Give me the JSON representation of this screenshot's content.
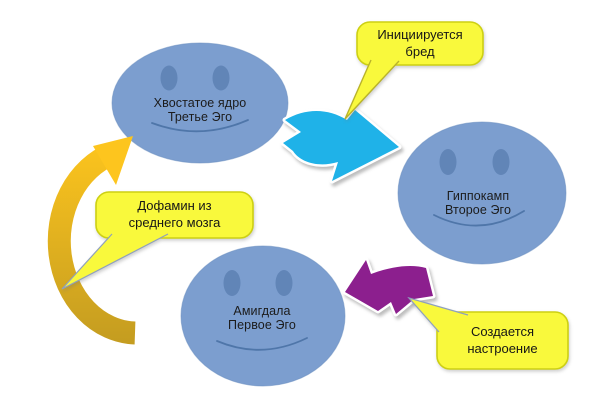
{
  "diagram": {
    "background": "#ffffff",
    "text_color": "#1c1c1c",
    "nodes": [
      {
        "name": "caudate-nucleus",
        "line1": "Хвостатое ядро",
        "line2": "Третье Эго",
        "fill": "#7c9ecf",
        "eye_fill": "#6185b7",
        "smile_stroke": "#4f76a9"
      },
      {
        "name": "hippocampus",
        "line1": "Гиппокамп",
        "line2": "Второе Эго",
        "fill": "#7c9ecf",
        "eye_fill": "#6185b7",
        "smile_stroke": "#4f76a9"
      },
      {
        "name": "amygdala",
        "line1": "Амигдала",
        "line2": "Первое Эго",
        "fill": "#7c9ecf",
        "eye_fill": "#6185b7",
        "smile_stroke": "#4f76a9"
      }
    ],
    "callouts": [
      {
        "name": "delusion-callout",
        "line1": "Инициируется",
        "line2": "бред",
        "fill": "#f9f93c",
        "border": "#cdd013"
      },
      {
        "name": "dopamine-callout",
        "line1": "Дофамин из",
        "line2": "среднего мозга",
        "fill": "#f9f93c",
        "border": "#cdd013"
      },
      {
        "name": "mood-callout",
        "line1": "Создается",
        "line2": "настроение",
        "fill": "#f9f93c",
        "border": "#cdd013"
      }
    ],
    "arrows": [
      {
        "name": "caudate-to-hippocampus-arrow",
        "color": "#1fb2e8",
        "outline": "#ffffff"
      },
      {
        "name": "hippocampus-to-amygdala-arrow",
        "color": "#8c1f8e",
        "outline": "#ffffff"
      },
      {
        "name": "midbrain-loop-arrow",
        "color_top": "#fdc51e",
        "color_bottom": "#c59d20"
      }
    ]
  }
}
